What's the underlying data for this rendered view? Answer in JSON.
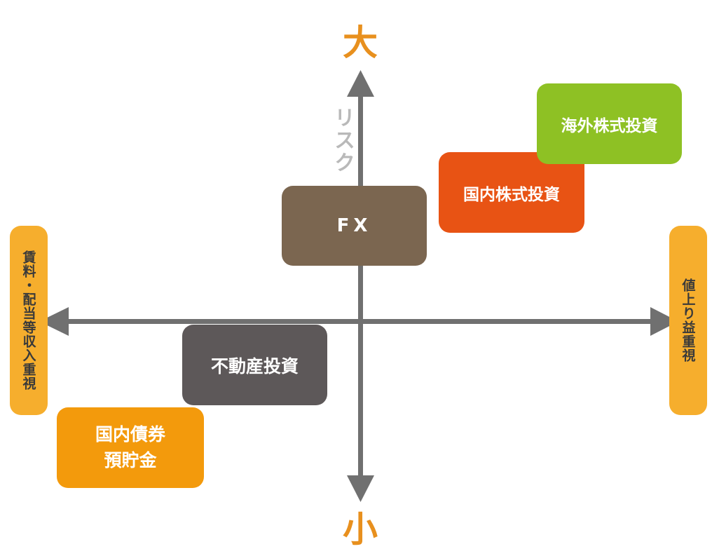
{
  "axis": {
    "top": "大",
    "bottom": "小",
    "vertical_label": "リスク",
    "left": "賃料・配当等収入重視",
    "right": "値上り益重視"
  },
  "boxes": {
    "fx": "FX",
    "overseas_stocks": "海外株式投資",
    "domestic_stocks": "国内株式投資",
    "real_estate": "不動産投資",
    "domestic_bonds_line1": "国内債券",
    "domestic_bonds_line2": "預貯金"
  },
  "colors": {
    "axis": "#707070",
    "accent": "#e8901e",
    "fx": "#7b6650",
    "overseas_stocks": "#8ec124",
    "domestic_stocks": "#e85314",
    "real_estate": "#5d5859",
    "domestic_bonds": "#f39a0c",
    "side_labels": "#f6ae2d"
  }
}
